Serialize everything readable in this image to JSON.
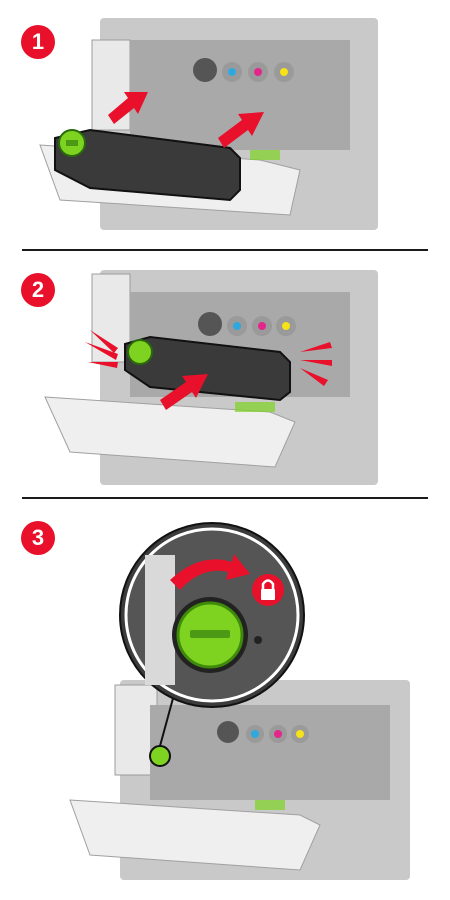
{
  "steps": [
    {
      "number": "1"
    },
    {
      "number": "2"
    },
    {
      "number": "3"
    }
  ],
  "colors": {
    "badge": "#e8102a",
    "arrow": "#e8102a",
    "printer_body": "#bdbdbd",
    "printer_dark": "#8f8f8f",
    "cartridge": "#3a3a3a",
    "knob_green": "#7ed321",
    "divider": "#1a1a1a",
    "toner_black": "#222222",
    "toner_cyan": "#2fa8e0",
    "toner_magenta": "#e2268b",
    "toner_yellow": "#f6e216"
  },
  "icons": {
    "step1": [
      "insert-arrow-icon",
      "waste-toner-bottle-icon"
    ],
    "step2": [
      "push-arrow-icon",
      "click-sound-icon"
    ],
    "step3": [
      "rotate-arrow-icon",
      "lock-icon",
      "zoom-callout-icon"
    ]
  }
}
